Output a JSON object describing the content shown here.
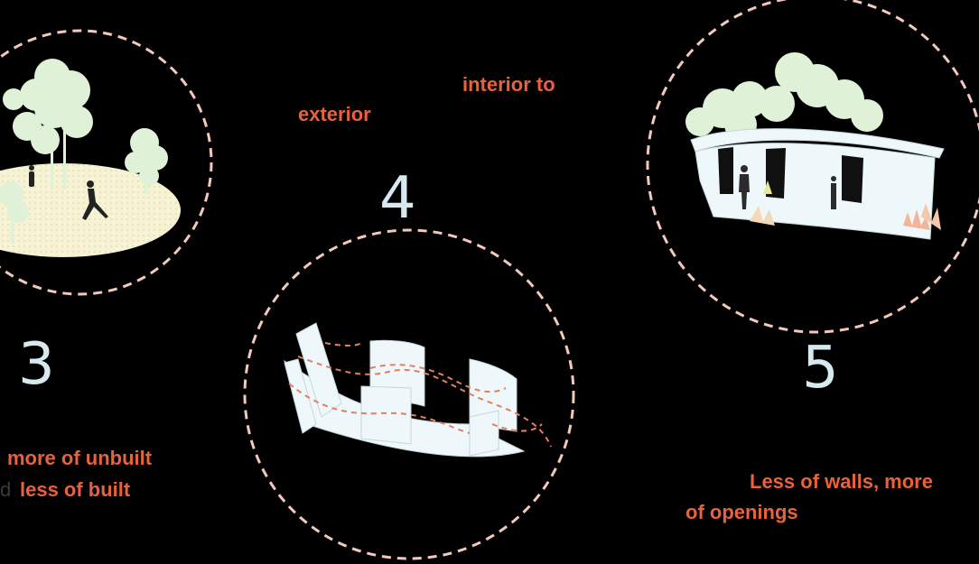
{
  "colors": {
    "background": "#000000",
    "accent_text": "#e8623c",
    "numeral": "#d6e9ee",
    "dashed_circle": "#f4c9bd",
    "foliage": "#dff2d8",
    "ground": "#f5f1d0",
    "structure": "#eef7fa"
  },
  "steps": [
    {
      "number": "3",
      "caption_lines": [
        "more of unbuilt",
        "less of built"
      ],
      "fragment": "d"
    },
    {
      "number": "4",
      "caption_lines": [
        "interior to",
        "exterior"
      ]
    },
    {
      "number": "5",
      "caption_lines": [
        "Less of walls, more",
        "of openings"
      ]
    }
  ]
}
